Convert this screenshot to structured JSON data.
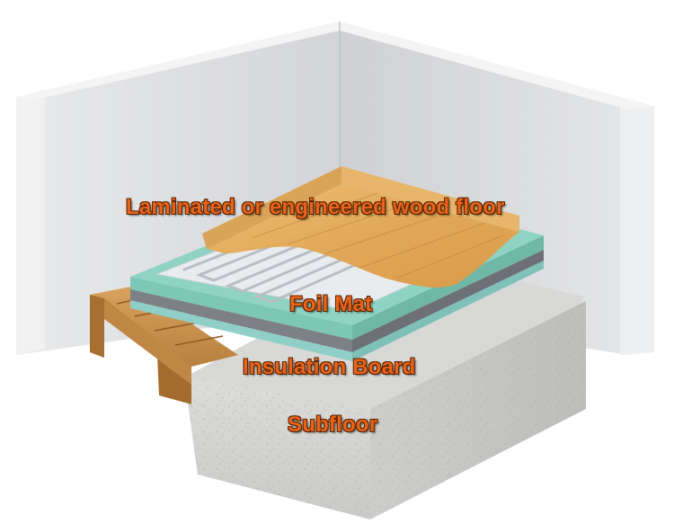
{
  "labels": {
    "wood_floor": "Laminated or engineered wood floor",
    "foil_mat": "Foil Mat",
    "insulation_board": "Insulation Board",
    "subfloor": "Subfloor"
  },
  "colors": {
    "label_fill": "#e8641c",
    "wall": "#dedfe1",
    "concrete": "#d4d4d2",
    "insulation": "#8fd3c4",
    "foil": "#e9ecef",
    "wood": "#e0aa5c",
    "joist": "#c89250"
  }
}
